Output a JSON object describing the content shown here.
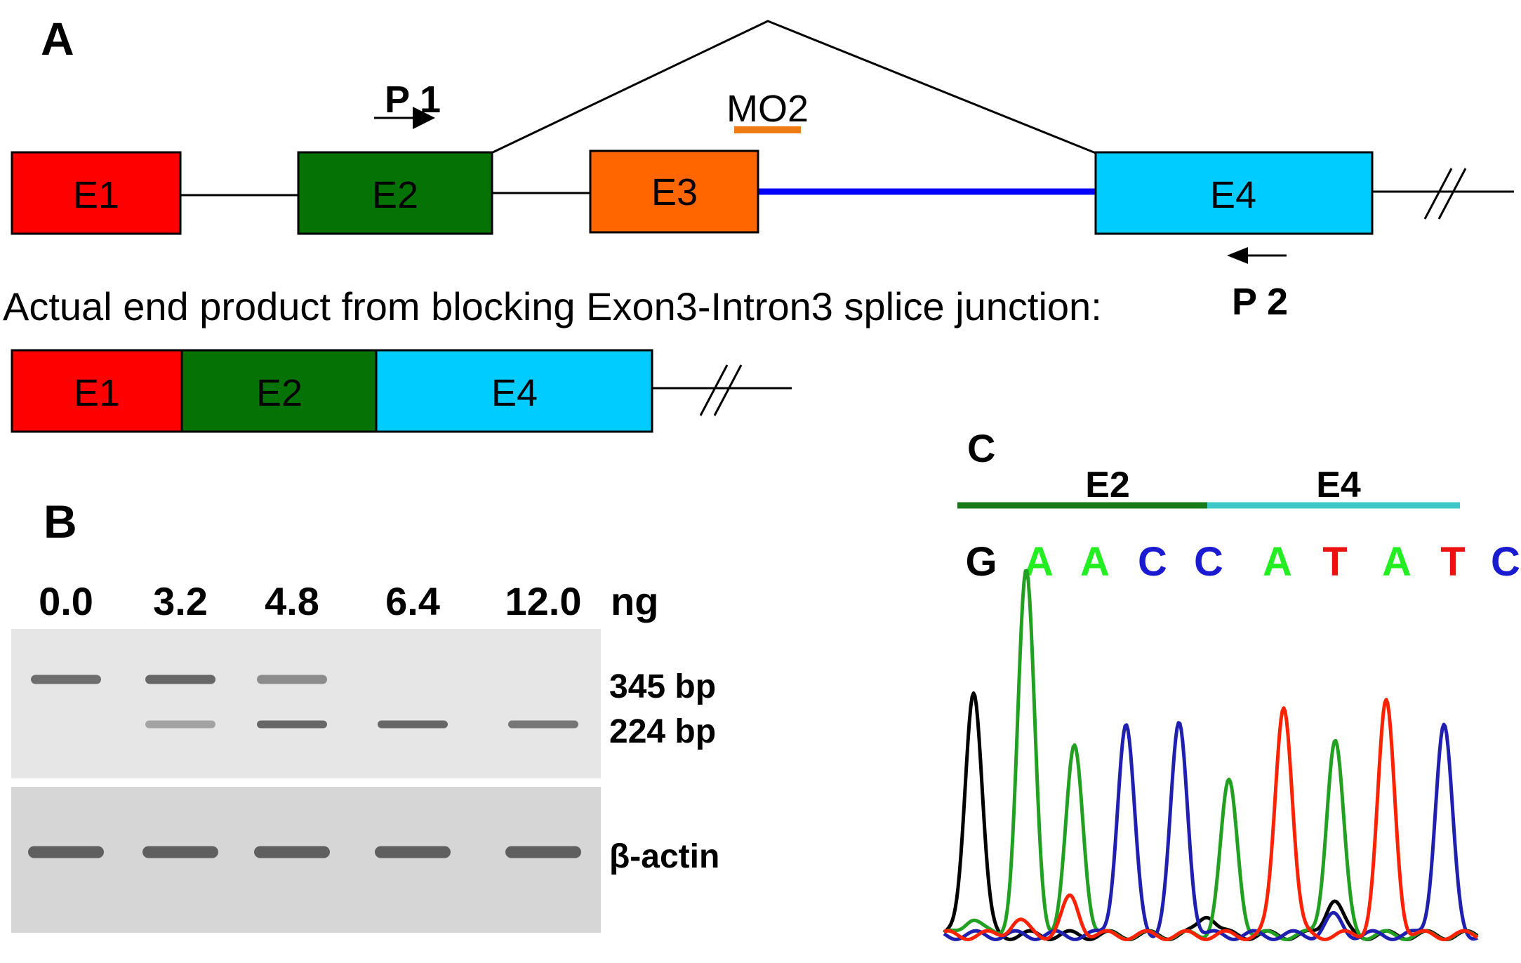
{
  "panels": {
    "a_label": "A",
    "b_label": "B",
    "c_label": "C"
  },
  "panel_a": {
    "exons": [
      {
        "label": "E1",
        "color": "#ff0000"
      },
      {
        "label": "E2",
        "color": "#047204"
      },
      {
        "label": "E3",
        "color": "#ff6600"
      },
      {
        "label": "E4",
        "color": "#00ccff"
      }
    ],
    "primer1": "P 1",
    "primer2": "P 2",
    "morpholino": "MO2",
    "morpholino_color": "#f07a14",
    "retained_intron_color": "#0000ff",
    "caption": "Actual end product from blocking Exon3-Intron3 splice junction:",
    "product": [
      {
        "label": "E1",
        "color": "#ff0000"
      },
      {
        "label": "E2",
        "color": "#047204"
      },
      {
        "label": "E4",
        "color": "#00ccff"
      }
    ]
  },
  "panel_b": {
    "doses": [
      "0.0",
      "3.2",
      "4.8",
      "6.4",
      "12.0"
    ],
    "unit": "ng",
    "band_labels": [
      "345 bp",
      "224 bp"
    ],
    "control_label": "β-actin",
    "band_345_intensity": [
      0.8,
      0.85,
      0.6,
      0,
      0
    ],
    "band_224_intensity": [
      0,
      0.45,
      0.85,
      0.85,
      0.75
    ],
    "actin_intensity": [
      0.9,
      0.9,
      0.9,
      0.9,
      0.9
    ]
  },
  "panel_c": {
    "segments": [
      {
        "label": "E2",
        "color": "#1a7a1a"
      },
      {
        "label": "E4",
        "color": "#3ec8c8"
      }
    ],
    "bases": [
      {
        "base": "G",
        "color": "#000000"
      },
      {
        "base": "A",
        "color": "#22ee22"
      },
      {
        "base": "A",
        "color": "#22ee22"
      },
      {
        "base": "C",
        "color": "#1a1ad0"
      },
      {
        "base": "C",
        "color": "#1a1ad0"
      },
      {
        "base": "A",
        "color": "#22ee22"
      },
      {
        "base": "T",
        "color": "#ee1111"
      },
      {
        "base": "A",
        "color": "#22ee22"
      },
      {
        "base": "T",
        "color": "#ee1111"
      },
      {
        "base": "C",
        "color": "#1a1ad0"
      }
    ],
    "trace_colors": {
      "G": "#000000",
      "A": "#22a022",
      "C": "#2020b0",
      "T": "#ff2200"
    },
    "peak_heights": [
      0.68,
      1.0,
      0.52,
      0.58,
      0.58,
      0.42,
      0.64,
      0.54,
      0.64,
      0.58
    ]
  }
}
